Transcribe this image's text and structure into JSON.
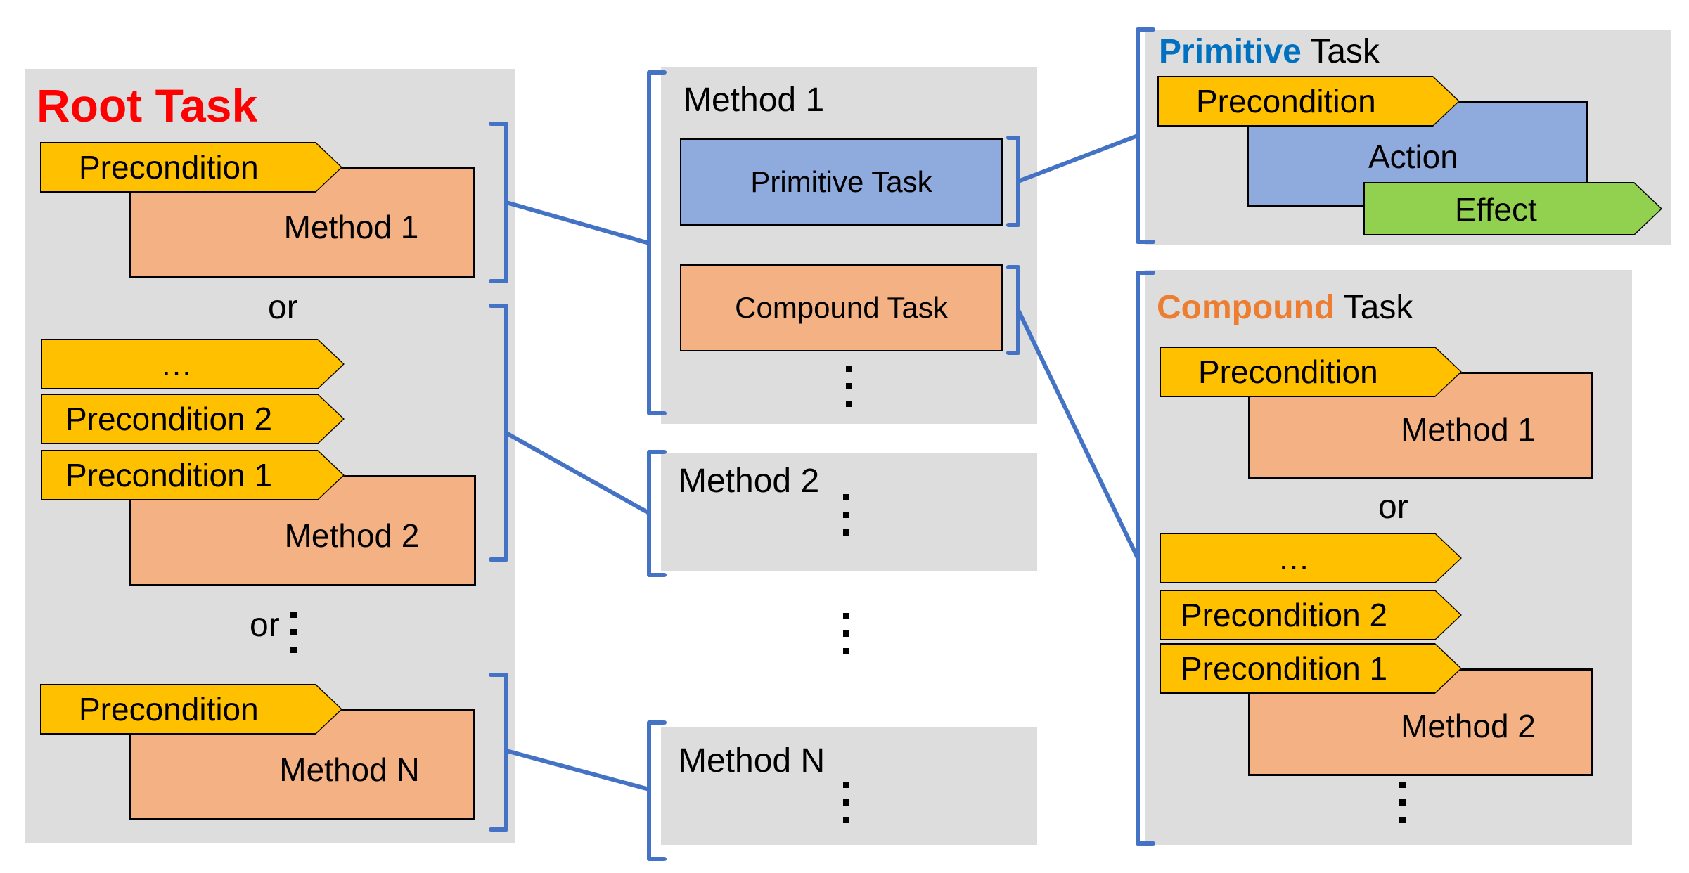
{
  "colors": {
    "panel": "#dddddd",
    "precondition": "#ffc000",
    "method": "#f4b183",
    "primitive_box": "#8faadc",
    "effect": "#92d050",
    "connector": "#4472c4",
    "root_title": "#ff0000",
    "primitive_word": "#0070c0",
    "compound_word": "#ed7d31"
  },
  "root": {
    "title": "Root Task",
    "group1": {
      "precondition": "Precondition",
      "method": "Method 1"
    },
    "or_1": "or",
    "group2": {
      "ellipsis": "…",
      "precondition_2": "Precondition 2",
      "precondition_1": "Precondition 1",
      "method": "Method 2"
    },
    "or_2": "or",
    "groupN": {
      "precondition": "Precondition",
      "method": "Method N"
    }
  },
  "middle": {
    "method1": {
      "title": "Method 1",
      "primitive_task": "Primitive Task",
      "compound_task": "Compound Task"
    },
    "method2": {
      "title": "Method 2"
    },
    "methodN": {
      "title": "Method N"
    }
  },
  "primitive": {
    "title_highlight": "Primitive",
    "title_rest": " Task",
    "precondition": "Precondition",
    "action": "Action",
    "effect": "Effect"
  },
  "compound": {
    "title_highlight": "Compound",
    "title_rest": " Task",
    "group1": {
      "precondition": "Precondition",
      "method": "Method 1"
    },
    "or": "or",
    "group2": {
      "ellipsis": "…",
      "precondition_2": "Precondition 2",
      "precondition_1": "Precondition 1",
      "method": "Method 2"
    }
  }
}
